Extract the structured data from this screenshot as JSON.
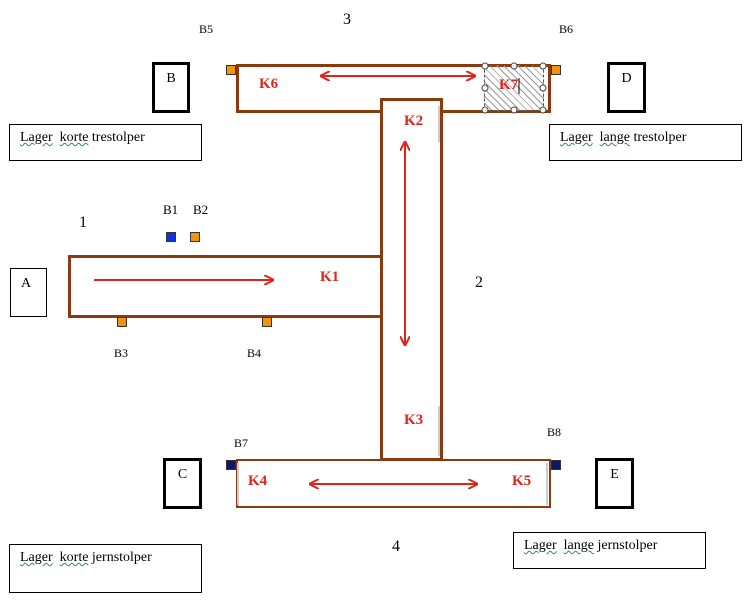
{
  "section_numbers": {
    "n1": "1",
    "n2": "2",
    "n3": "3",
    "n4": "4"
  },
  "conveyors": {
    "k1": "K1",
    "k2": "K2",
    "k3": "K3",
    "k4": "K4",
    "k5": "K5",
    "k6": "K6",
    "k7": "K7"
  },
  "sensors": {
    "b1": "B1",
    "b2": "B2",
    "b3": "B3",
    "b4": "B4",
    "b5": "B5",
    "b6": "B6",
    "b7": "B7",
    "b8": "B8"
  },
  "stations": {
    "a": "A",
    "b": "B",
    "c": "C",
    "d": "D",
    "e": "E"
  },
  "storage": {
    "korte_tre": {
      "word1": "Lager",
      "word2": "korte",
      "word3": "trestolper"
    },
    "lange_tre": {
      "word1": "Lager",
      "word2": "lange",
      "word3": "trestolper"
    },
    "korte_jern": {
      "word1": "Lager",
      "word2": "korte",
      "word3": "jernstolper"
    },
    "lange_jern": {
      "word1": "Lager",
      "word2": "lange",
      "word3": "jernstolper"
    }
  },
  "colors": {
    "conveyor_border": "#8b3a0f",
    "arrow": "#e0241b",
    "sensor_orange": "#f0940a",
    "sensor_blue": "#1034e0",
    "sensor_navy": "#0c1a6b"
  }
}
